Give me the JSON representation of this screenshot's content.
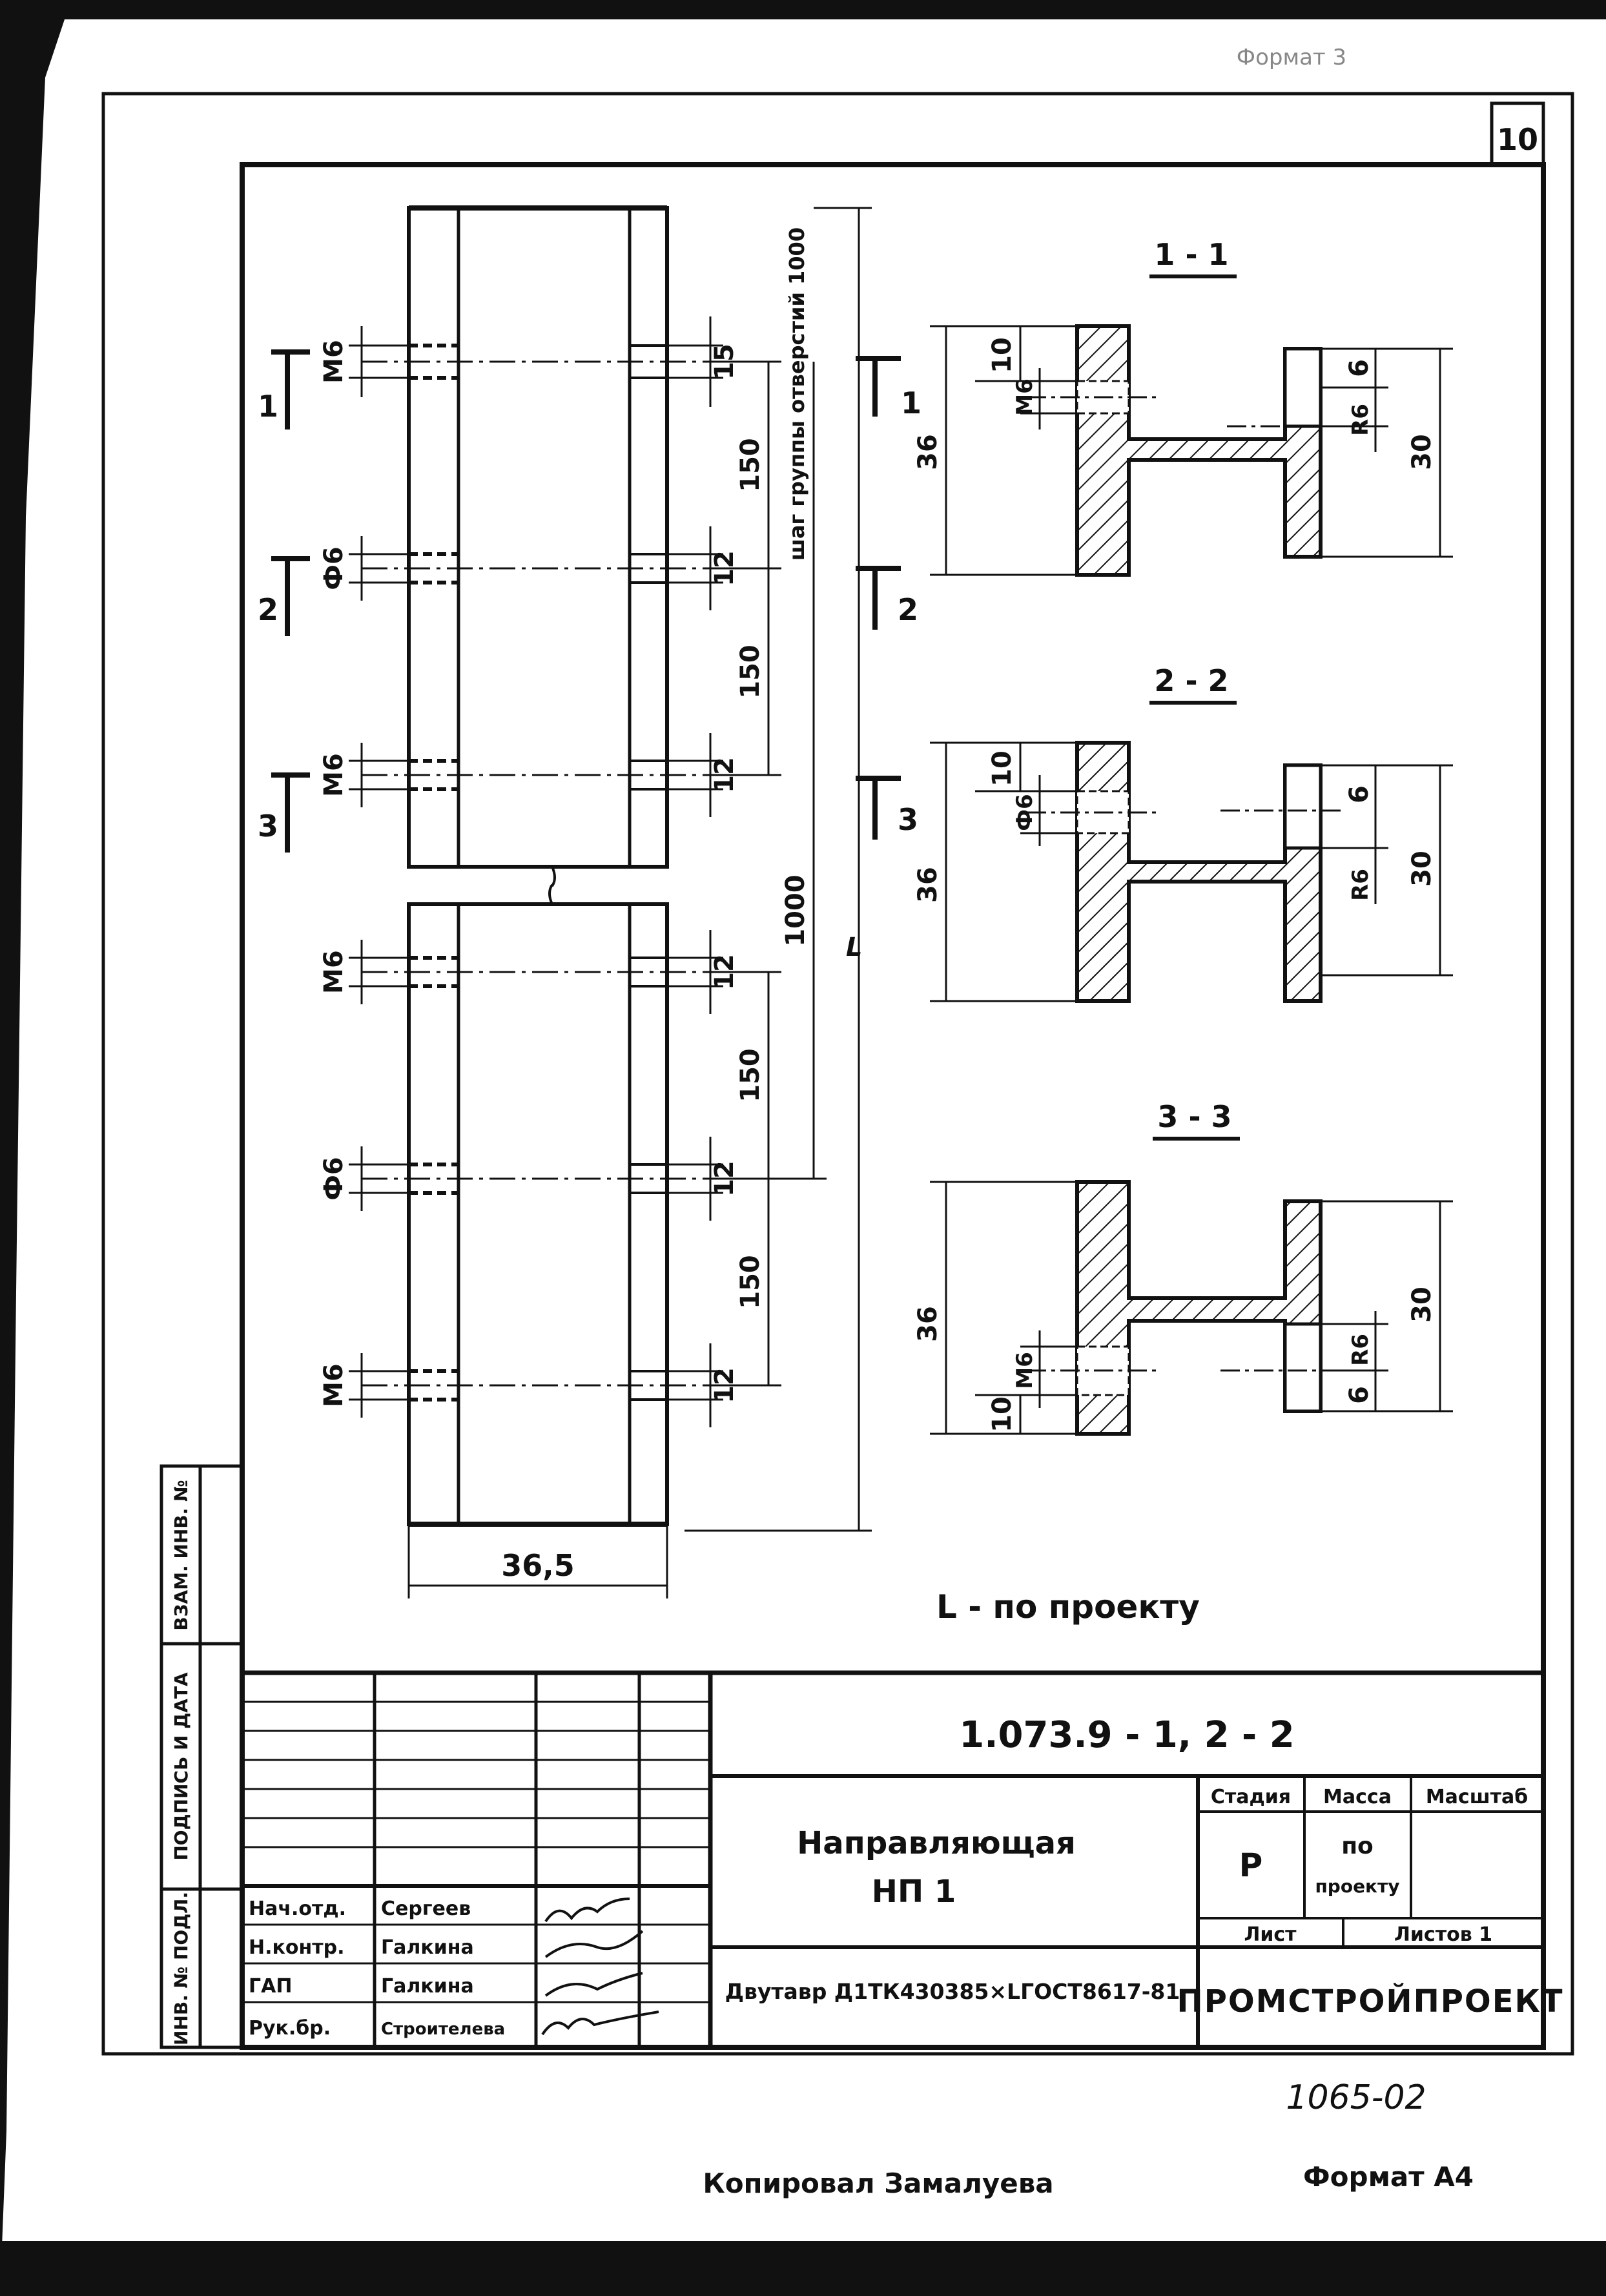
{
  "sheet_number": "10",
  "format_top_stamp": "Формат 3",
  "sections": {
    "s1": "1 - 1",
    "s2": "2 - 2",
    "s3": "3 - 3"
  },
  "section_marks": [
    "1",
    "2",
    "3"
  ],
  "left_view": {
    "hole_labels": [
      "М6",
      "Ф6",
      "М6",
      "М6",
      "Ф6",
      "М6"
    ],
    "hole_dims": [
      "15",
      "12",
      "12",
      "12",
      "12",
      "12"
    ],
    "spacing_dims": [
      "150",
      "150",
      "150",
      "150"
    ],
    "group_step_dim": "1000",
    "group_step_label": "шаг группы отверстий 1000",
    "length_mark": "L",
    "width_dim": "36,5"
  },
  "profile": {
    "height": "36",
    "flange_hole_dim": "10",
    "m6": "М6",
    "phi6": "Ф6",
    "r6": "R6",
    "six": "6",
    "thirty": "30"
  },
  "length_note": "L - по проекту",
  "sidebar": {
    "zam_inv": "ВЗАМ. ИНВ. №",
    "sign_date": "ПОДПИСЬ И ДАТА",
    "inv_orig": "ИНВ. № ПОДЛ."
  },
  "title_block": {
    "doc_code": "1.073.9 - 1, 2 - 2",
    "name_line1": "Направляющая",
    "name_line2": "НП 1",
    "material": "Двутавр Д1ТК430385×LГОСТ8617-81",
    "stage_label": "Стадия",
    "mass_label": "Масса",
    "scale_label": "Масштаб",
    "stage_value": "Р",
    "mass_value_1": "по",
    "mass_value_2": "проекту",
    "sheet_label": "Лист",
    "sheets_label": "Листов 1",
    "organization": "ПРОМСТРОЙПРОЕКТ",
    "signatures": [
      {
        "role": "Нач.отд.",
        "name": "Сергеев"
      },
      {
        "role": "Н.контр.",
        "name": "Галкина"
      },
      {
        "role": "ГАП",
        "name": "Галкина"
      },
      {
        "role": "Рук.бр.",
        "name": "Строителева"
      }
    ]
  },
  "handwritten_number": "1065-02",
  "copied_by": "Копировал Замалуева",
  "format": "Формат А4"
}
